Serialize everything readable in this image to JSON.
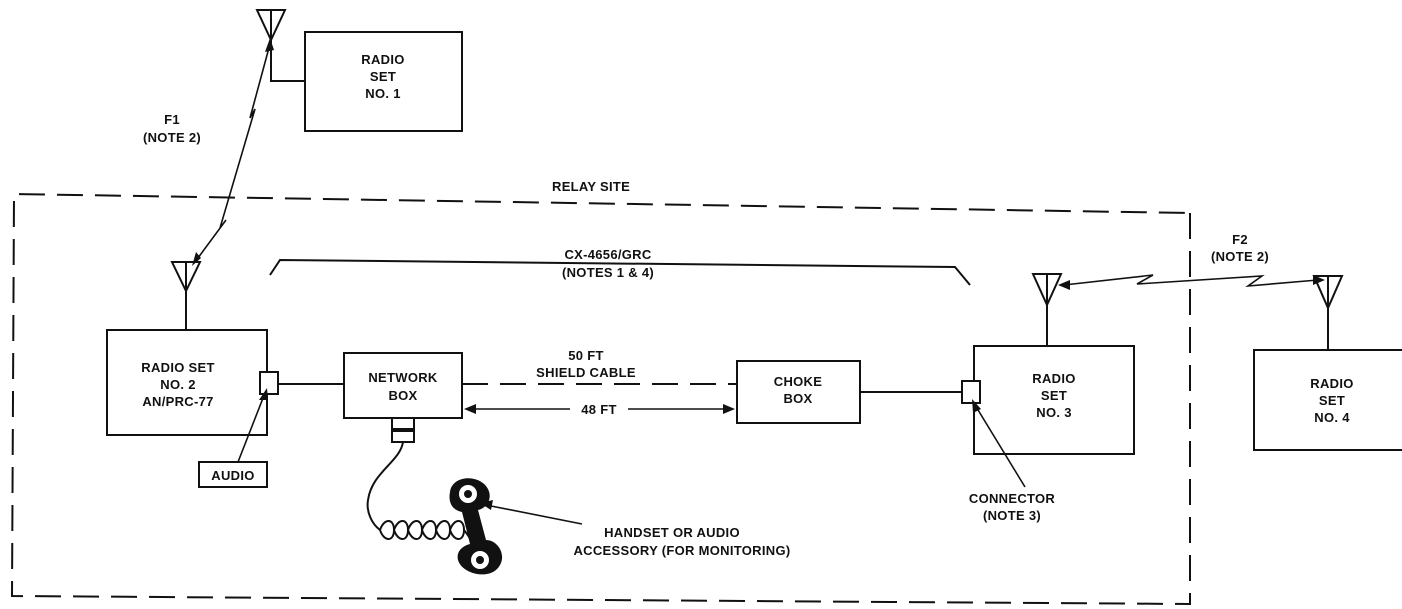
{
  "relay_site_label": "RELAY SITE",
  "f1": {
    "name": "F1",
    "note": "(NOTE 2)"
  },
  "f2": {
    "name": "F2",
    "note": "(NOTE 2)"
  },
  "cable_group": {
    "name": "CX-4656/GRC",
    "note": "(NOTES 1 & 4)"
  },
  "radio1": {
    "line1": "RADIO",
    "line2": "SET",
    "line3": "NO. 1"
  },
  "radio2": {
    "line1": "RADIO SET",
    "line2": "NO. 2",
    "line3": "AN/PRC-77"
  },
  "radio3": {
    "line1": "RADIO",
    "line2": "SET",
    "line3": "NO. 3"
  },
  "radio4": {
    "line1": "RADIO",
    "line2": "SET",
    "line3": "NO. 4"
  },
  "network_box": {
    "line1": "NETWORK",
    "line2": "BOX"
  },
  "choke_box": {
    "line1": "CHOKE",
    "line2": "BOX"
  },
  "shield_cable": {
    "line1": "50 FT",
    "line2": "SHIELD CABLE"
  },
  "distance": "48 FT",
  "audio": "AUDIO",
  "connector": {
    "line1": "CONNECTOR",
    "line2": "(NOTE 3)"
  },
  "handset": {
    "line1": "HANDSET OR AUDIO",
    "line2": "ACCESSORY (FOR MONITORING)"
  }
}
